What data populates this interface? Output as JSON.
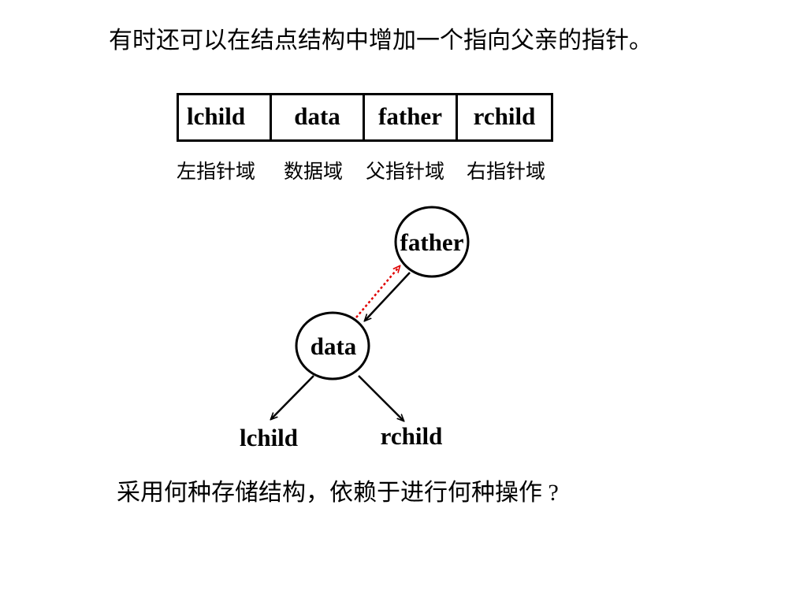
{
  "title": "有时还可以在结点结构中增加一个指向父亲的指针。",
  "node_structure": {
    "fields": [
      "lchild",
      "data",
      "father",
      "rchild"
    ],
    "descriptions": [
      "左指针域",
      "数据域",
      "父指针域",
      "右指针域"
    ]
  },
  "tree": {
    "father_node": "father",
    "data_node": "data",
    "left_child": "lchild",
    "right_child": "rchild",
    "parent_pointer_color": "#e00000"
  },
  "question": "采用何种存储结构，依赖于进行何种操作 ?"
}
